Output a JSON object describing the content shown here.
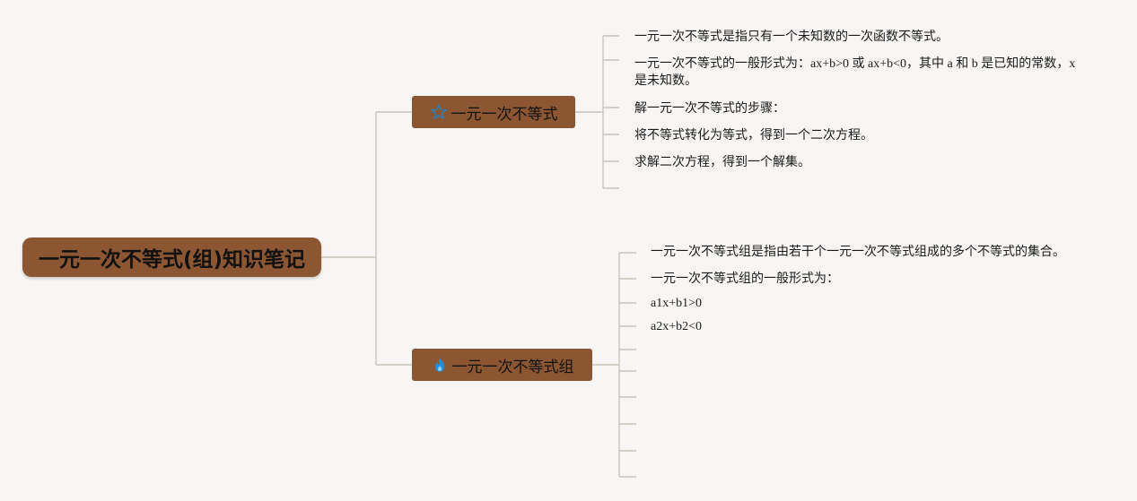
{
  "root": {
    "title": "一元一次不等式(组)知识笔记"
  },
  "branches": [
    {
      "label": "一元一次不等式",
      "icon": "star-icon",
      "icon_color": "#2e7fb3",
      "leaves": [
        "一元一次不等式是指只有一个未知数的一次函数不等式。",
        "一元一次不等式的一般形式为：ax+b>0 或 ax+b<0，其中 a 和 b 是已知的常数，x 是未知数。",
        "解一元一次不等式的步骤：",
        "将不等式转化为等式，得到一个二次方程。",
        "求解二次方程，得到一个解集。",
        ""
      ]
    },
    {
      "label": "一元一次不等式组",
      "icon": "flame-icon",
      "icon_color": "#1e90e0",
      "leaves": [
        "一元一次不等式组是指由若干个一元一次不等式组成的多个不等式的集合。",
        "一元一次不等式组的一般形式为：",
        "a1x+b1>0",
        "a2x+b2<0",
        "",
        "",
        "",
        "",
        "",
        ""
      ]
    }
  ],
  "colors": {
    "background": "#f8f6f4",
    "node_fill": "#8b5631",
    "connector": "#c9c2bc"
  }
}
